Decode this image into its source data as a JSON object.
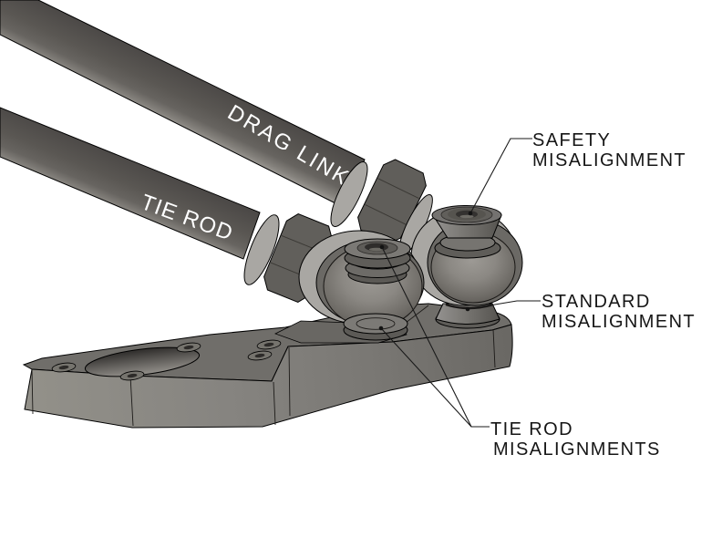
{
  "diagram": {
    "description": "Isometric CAD illustration of steering linkage joints on a steering arm",
    "background": "#ffffff",
    "part_labels": {
      "drag_link": "DRAG LINK",
      "tie_rod": "TIE ROD"
    },
    "callouts": {
      "safety": {
        "line1": "SAFETY",
        "line2": "MISALIGNMENT"
      },
      "standard": {
        "line1": "STANDARD",
        "line2": "MISALIGNMENT"
      },
      "tie_rod_mis": {
        "line1": "TIE ROD",
        "line2": "MISALIGNMENTS"
      }
    },
    "colors": {
      "rod_dark": "#4c4947",
      "rod_light": "#999691",
      "metal_light": "#a9a7a3",
      "metal_mid": "#6f6d69",
      "metal_shadow": "#524f4b",
      "outline": "#000000",
      "callout_text": "#161616",
      "rod_label_text": "#ffffff"
    }
  }
}
